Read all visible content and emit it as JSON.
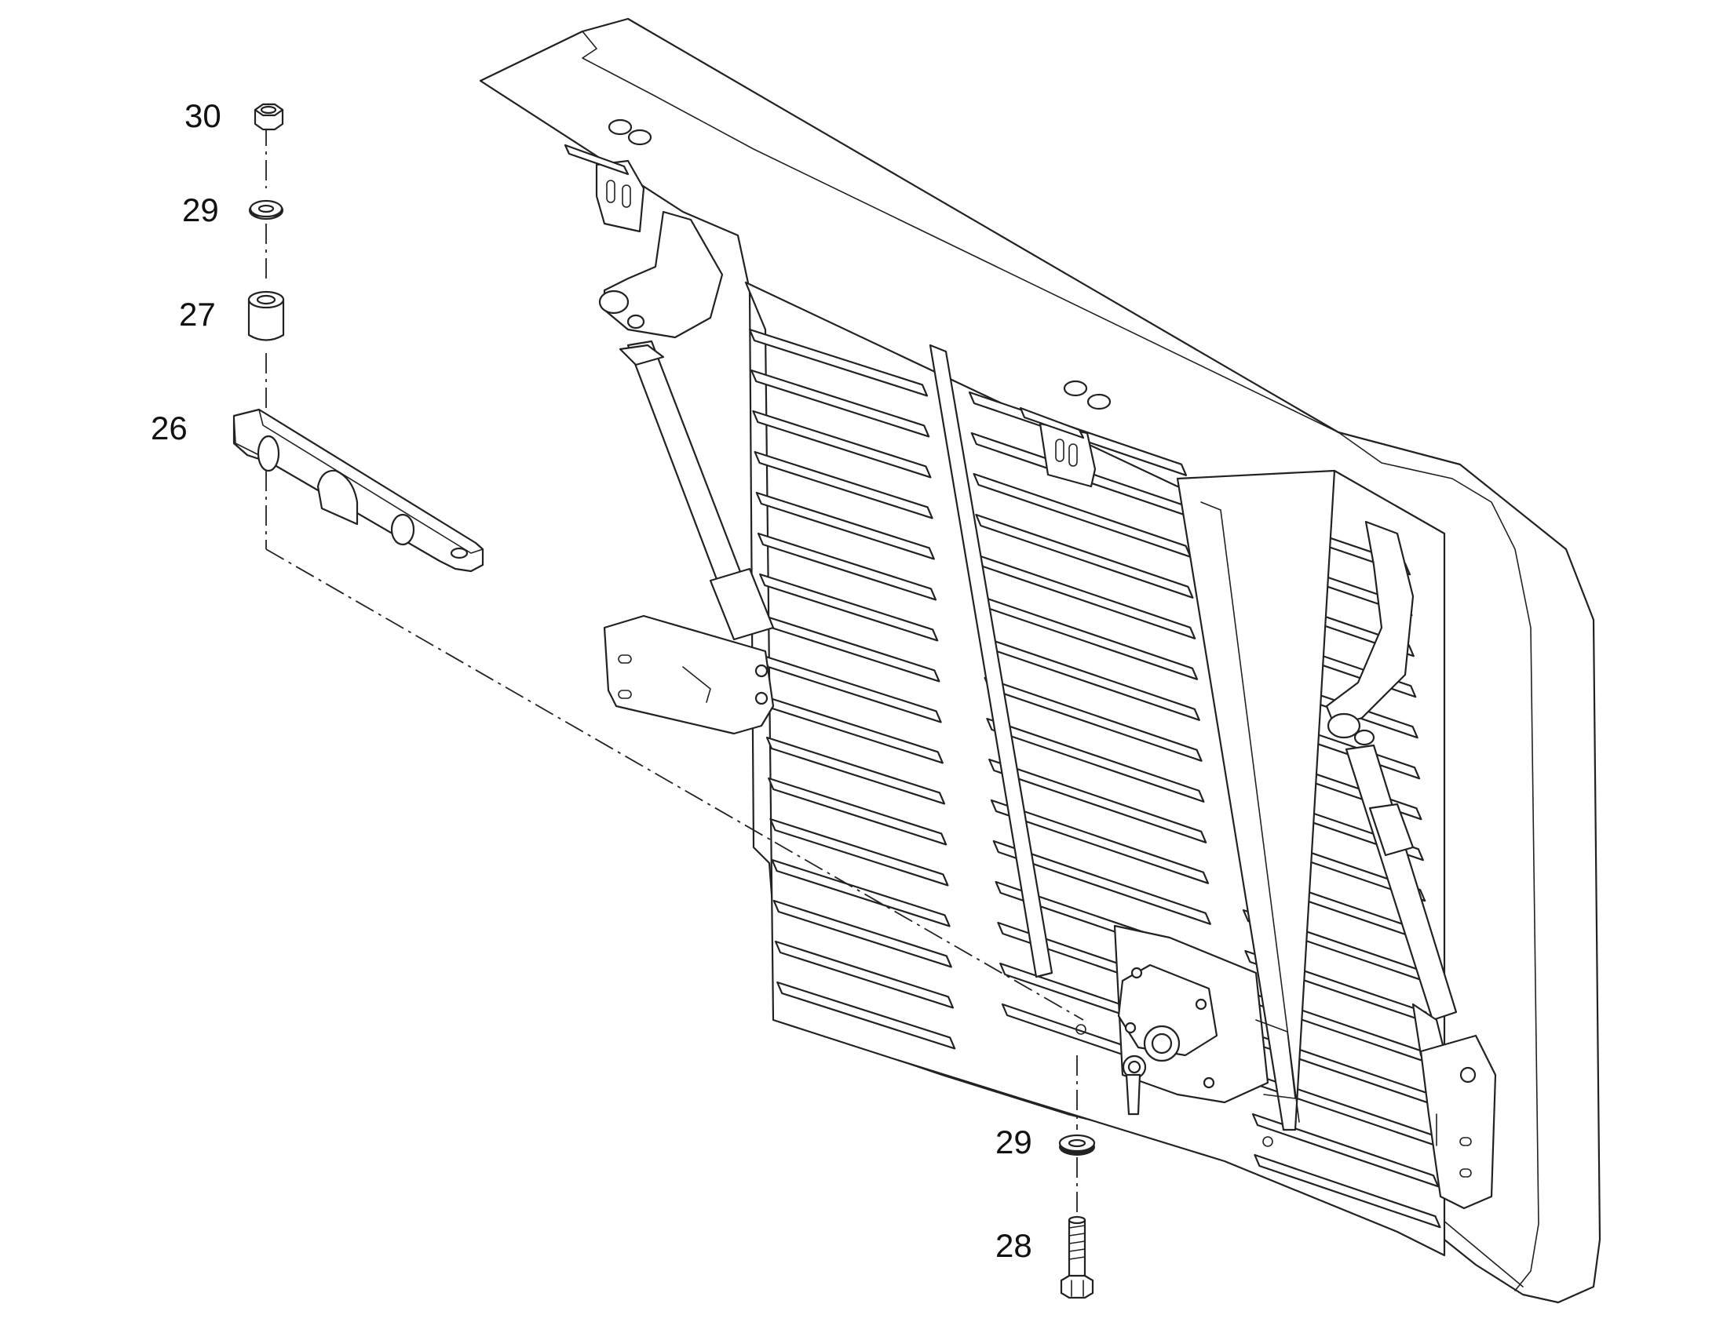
{
  "diagram": {
    "callouts": {
      "part_30": "30",
      "part_29_top": "29",
      "part_27": "27",
      "part_26": "26",
      "part_29_bottom": "29",
      "part_28": "28"
    },
    "line_color": "#222222",
    "background": "#ffffff"
  }
}
